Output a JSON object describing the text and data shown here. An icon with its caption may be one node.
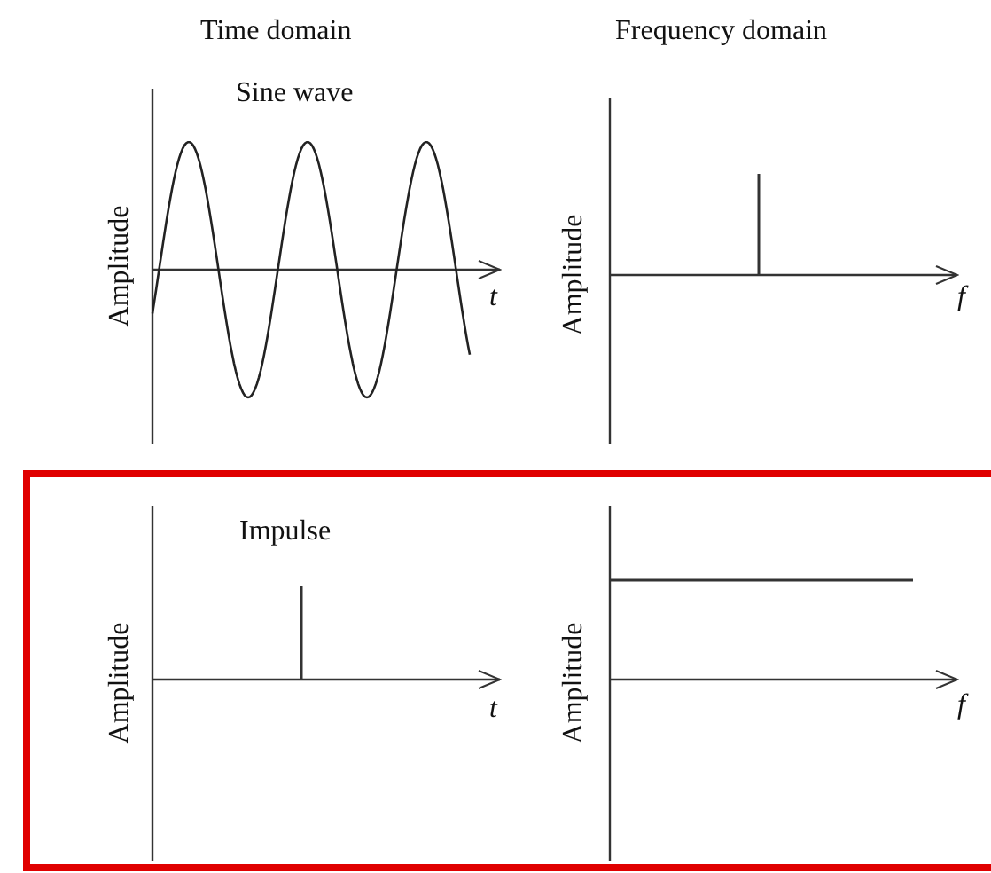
{
  "diagram": {
    "labels": [
      "Time domain",
      "Frequency domain",
      "Sine wave",
      "Amplitude",
      "t",
      "Amplitude",
      "f",
      "Impulse",
      "Amplitude",
      "t",
      "Amplitude",
      "f"
    ]
  }
}
